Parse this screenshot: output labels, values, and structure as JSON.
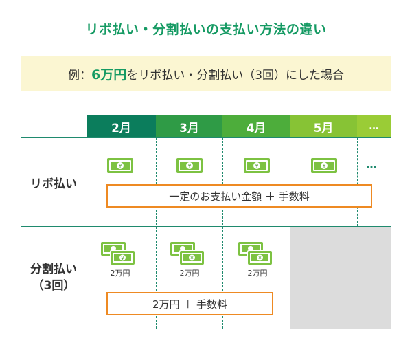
{
  "title": "リボ払い・分割払いの支払い方法の違い",
  "example": {
    "prefix": "例：",
    "amount": "6万円",
    "suffix": "をリボ払い・分割払い（3回）にした場合"
  },
  "months": [
    "2月",
    "3月",
    "4月",
    "5月",
    "…"
  ],
  "rows": {
    "revo": {
      "label": "リボ払い",
      "bar_text": "一定のお支払い金額 ＋ 手数料",
      "continue_mark": "…"
    },
    "installment": {
      "label_line1": "分割払い",
      "label_line2": "（3回）",
      "amount_labels": [
        "2万円",
        "2万円",
        "2万円"
      ],
      "bar_text": "2万円 ＋ 手数料"
    }
  },
  "icons": {
    "bill": "money-bill-icon",
    "bill_stack": "money-bill-stack-icon"
  },
  "colors": {
    "title": "#159a63",
    "header_2": "#0b7d5c",
    "header_3": "#2f9b46",
    "header_4": "#4dad3b",
    "header_5": "#87c335",
    "header_more": "#9acc36",
    "bill_fill": "#7dc242",
    "box_border": "#ee8a23",
    "example_bg": "#fbf6d2"
  }
}
